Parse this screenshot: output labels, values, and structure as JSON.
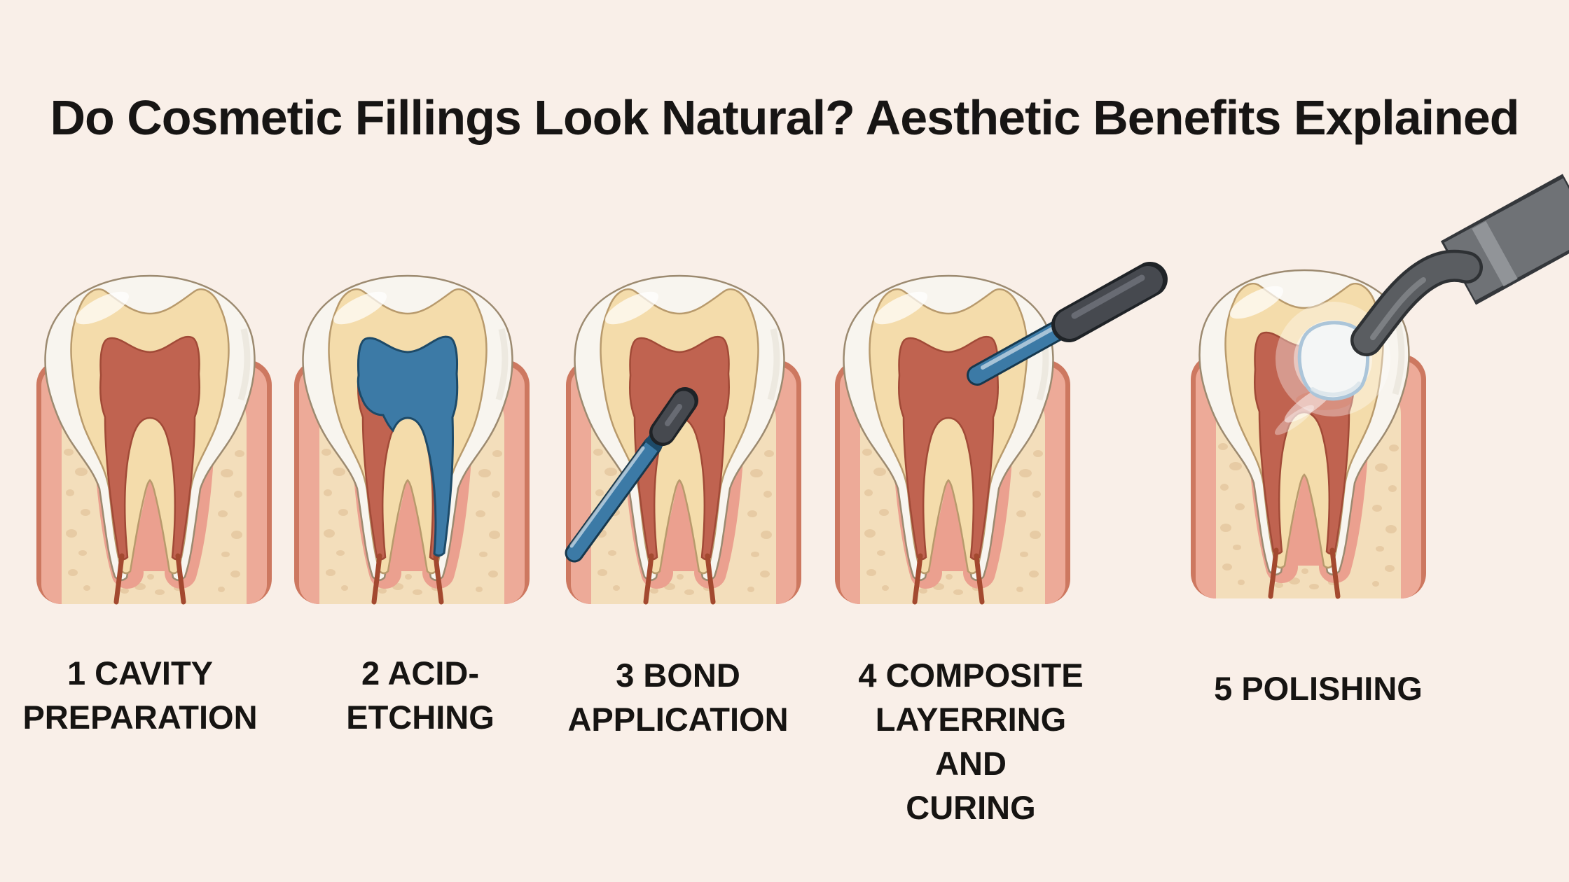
{
  "title": {
    "line1": "Do Cosmetic Fillings Look Natural? Aesthetic",
    "line2": "Benefits Explained"
  },
  "steps": [
    {
      "number": "1",
      "name": "CAVITY PREPARATION",
      "label": "1 CAVITY PREPARATION",
      "label_lines": [
        "1 CAVITY",
        "PREPARATION"
      ],
      "illustration": "tooth-cross-section-clean-cavity"
    },
    {
      "number": "2",
      "name": "ACID-ETCHING",
      "label": "2 ACID-ETCHING",
      "label_lines": [
        "2 ACID-",
        "ETCHING"
      ],
      "illustration": "tooth-cross-section-with-blue-etching-gel"
    },
    {
      "number": "3",
      "name": "BOND APPLICATION",
      "label": "3 BOND APPLICATION",
      "label_lines": [
        "3 BOND",
        "APPLICATION"
      ],
      "illustration": "tooth-cross-section-with-bond-applicator"
    },
    {
      "number": "4",
      "name": "COMPOSITE LAYERRING AND CURING",
      "label": "4 COMPOSITE LAYERRING AND CURING",
      "label_lines": [
        "4 COMPOSITE",
        "LAYERRING AND",
        "CURING"
      ],
      "illustration": "tooth-cross-section-with-composite-instrument"
    },
    {
      "number": "5",
      "name": "POLISHING",
      "label": "5 POLISHING",
      "label_lines": [
        "5 POLISHING"
      ],
      "illustration": "tooth-cross-section-with-polishing-handpiece-and-white-filling"
    }
  ],
  "colors": {
    "background": "#f9efe8",
    "title_text": "#171514",
    "label_text": "#161412",
    "enamel_white": "#f8f5ef",
    "dentin_tan": "#f4dcab",
    "pulp_red": "#c06350",
    "bone_tan": "#f3debb",
    "bone_speckle": "#e7cba4",
    "gum_dark_pink": "#cd7860",
    "gum_light_pink": "#edaa98",
    "socket_pink": "#eba08f",
    "etch_gel_blue": "#3c7aa6",
    "tool_shaft_blue": "#3c7aa6",
    "tool_grip_gray": "#46494f",
    "polisher_gray": "#5a5d61",
    "composite_white": "#f4f6f6",
    "composite_outline": "#abc5d9"
  }
}
